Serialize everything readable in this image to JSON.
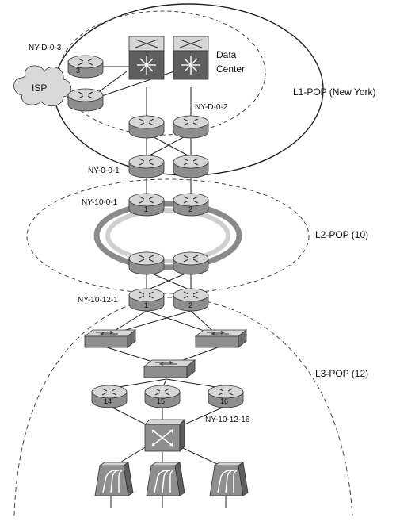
{
  "labels": {
    "ny_d_0_3": "NY-D-0-3",
    "isp": "ISP",
    "data_center_1": "Data",
    "data_center_2": "Center",
    "ny_d_0_2": "NY-D-0-2",
    "l1_pop": "L1-POP (New York)",
    "ny_0_0_1": "NY-0-0-1",
    "ny_10_0_1": "NY-10-0-1",
    "l2_pop": "L2-POP (10)",
    "ny_10_12_1": "NY-10-12-1",
    "l3_pop": "L3-POP (12)",
    "ny_10_12_16": "NY-10-12-16"
  },
  "router_numbers": {
    "r3": "3",
    "l2_r1": "1",
    "l2_r2": "2",
    "l3_r1": "1",
    "l3_r2": "2",
    "r14": "14",
    "r15": "15",
    "r16": "16"
  },
  "colors": {
    "line": "#222222",
    "device_top": "#d6d6d6",
    "device_side": "#8e8e8e",
    "ring_dark": "#8a8a8a",
    "ring_light": "#cfcfcf",
    "cloud": "#d9d9d9"
  }
}
